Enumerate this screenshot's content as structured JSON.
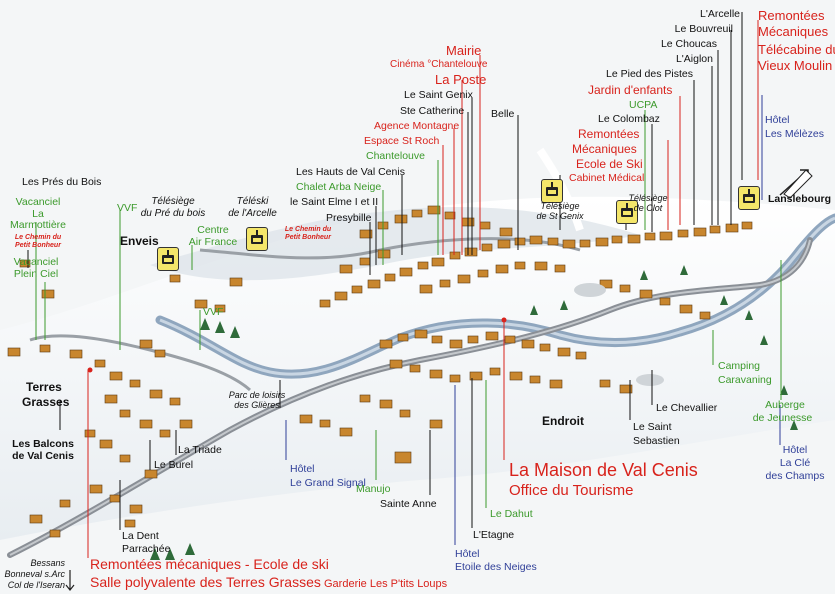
{
  "labels": {
    "remontees_top_1": "Remontées",
    "remontees_top_2": "Mécaniques",
    "telecabine_1": "Télécabine du",
    "telecabine_2": "Vieux Moulin",
    "arcelle": "L'Arcelle",
    "bouvreuil": "Le Bouvreuil",
    "choucas": "Le Choucas",
    "aiglon": "L'Aiglon",
    "pied_pistes": "Le Pied des Pistes",
    "jardin": "Jardin d'enfants",
    "ucpa": "UCPA",
    "colombaz": "Le Colombaz",
    "remontees_mid_1": "Remontées",
    "remontees_mid_2": "Mécaniques",
    "ecole_ski": "Ecole de Ski",
    "cabinet": "Cabinet Médical",
    "hotel_melezes_1": "Hôtel",
    "hotel_melezes_2": "Les Mélèzes",
    "lanslebourg": "Lanslebourg",
    "mairie": "Mairie",
    "cinema": "Cinéma °Chantelouve",
    "la_poste": "La Poste",
    "saint_genix": "Le Saint Genix",
    "ste_catherine": "Ste Catherine",
    "agence": "Agence Montagne",
    "espace": "Espace St Roch",
    "chantelouve": "Chantelouve",
    "belle": "Belle",
    "hauts_val_cenis": "Les Hauts de Val Cenis",
    "chalet_arba": "Chalet Arba Neige",
    "saint_elme": "le Saint Elme I et II",
    "presybille": "Presybille",
    "telesiege_st_genix_1": "Télésiège",
    "telesiege_st_genix_2": "de St Genix",
    "telesiege_clot_1": "Télésiège",
    "telesiege_clot_2": "de Clot",
    "pres_du_bois": "Les Prés du Bois",
    "vacanciel_1": "Vacanciel",
    "vacanciel_2": "La",
    "vacanciel_3": "Marmottière",
    "chemin_1a": "Le Chemin du",
    "chemin_1b": "Petit Bonheur",
    "vacanciel2_1": "Vacanciel",
    "vacanciel2_2": "Plein Ciel",
    "vvf_top": "VVF",
    "telesiege_pre_1": "Télésiège",
    "telesiege_pre_2": "du Pré du bois",
    "teleski_1": "Téléski",
    "teleski_2": "de l'Arcelle",
    "centre_af_1": "Centre",
    "centre_af_2": "Air France",
    "chemin_2a": "Le Chemin du",
    "chemin_2b": "Petit Bonheur",
    "enveis": "Enveis",
    "vvf_mid": "VVF",
    "terres_1": "Terres",
    "terres_2": "Grasses",
    "balcons_1": "Les Balcons",
    "balcons_2": "de Val Cenis",
    "parc_1": "Parc de loisirs",
    "parc_2": "des Glières",
    "la_triade": "La Triade",
    "le_burel": "Le Burel",
    "grand_signal_1": "Hôtel",
    "grand_signal_2": "Le Grand Signal",
    "endroit": "Endroit",
    "maison_1": "La Maison de Val Cenis",
    "maison_2": "Office du Tourisme",
    "manujo": "Manujo",
    "sainte_anne": "Sainte Anne",
    "le_dahut": "Le Dahut",
    "etagne": "L'Etagne",
    "etoile_1": "Hôtel",
    "etoile_2": "Etoile des Neiges",
    "chevallier": "Le Chevallier",
    "sebastien_1": "Le Saint",
    "sebastien_2": "Sebastien",
    "camping_1": "Camping",
    "camping_2": "Caravaning",
    "auberge_1": "Auberge",
    "auberge_2": "de Jeunesse",
    "hotel_cle_1": "Hôtel",
    "hotel_cle_2": "La Clé",
    "hotel_cle_3": "des Champs",
    "dent_1": "La Dent",
    "dent_2": "Parrachée",
    "bessans": "Bessans",
    "bonneval": "Bonneval s.Arc",
    "iseran": "Col de l'Iseran",
    "remontees_bottom": "Remontées mécaniques - Ecole de ski",
    "salle": "Salle polyvalente des Terres Grasses",
    "garderie": "Garderie Les P'tits Loups"
  },
  "colors": {
    "red": "#d8231c",
    "green": "#3c9a2c",
    "blue": "#2f3f98",
    "river": "#8fa6be",
    "road": "#8a8f96",
    "chalet": "#c8862e"
  }
}
